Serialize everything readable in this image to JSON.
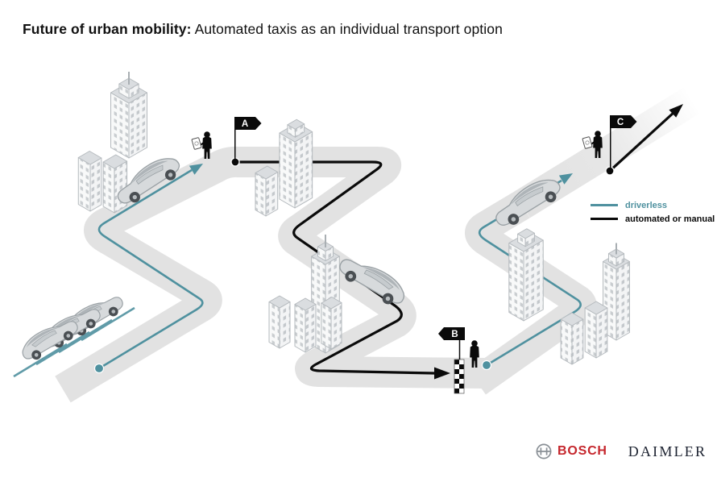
{
  "title": {
    "bold": "Future of urban mobility:",
    "rest": " Automated taxis as an individual transport option"
  },
  "legend": {
    "items": [
      {
        "id": "driverless",
        "label": "driverless"
      },
      {
        "id": "automated-or-manual",
        "label": "automated or manual"
      }
    ]
  },
  "markers": {
    "a": "A",
    "b": "B",
    "c": "C"
  },
  "branding": {
    "bosch": "BOSCH",
    "daimler": "DAIMLER"
  },
  "colors": {
    "driverless": "#4f919f",
    "automated": "#0a0a0a",
    "road": "#e2e2e2",
    "bosch_red": "#c5262c",
    "daimler": "#1c2230"
  },
  "scene": {
    "icons": [
      "parked-taxi-icon",
      "driverless-taxi-icon",
      "pedestrian-smartphone-icon",
      "pedestrian-icon",
      "flag-marker-icon",
      "checkered-finish-icon",
      "city-building-icon",
      "route-arrow-icon"
    ]
  }
}
